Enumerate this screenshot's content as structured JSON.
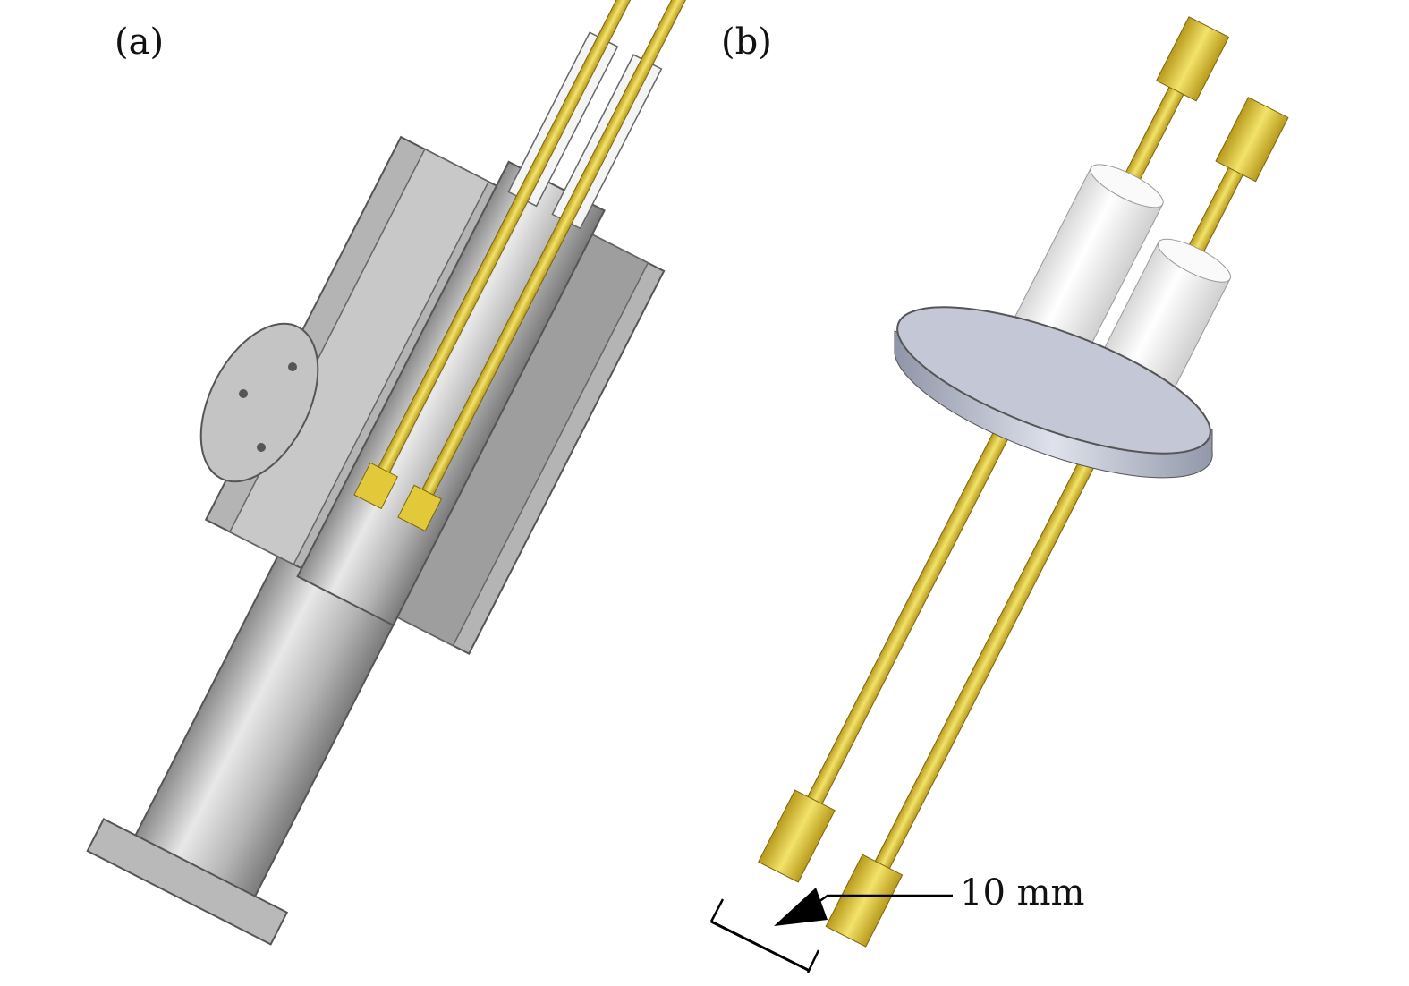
{
  "panels": [
    {
      "label": "(a)"
    },
    {
      "label": "(b)"
    }
  ],
  "annotation": {
    "dimension_label": "10 mm"
  },
  "colors": {
    "gold": "#e2c93a",
    "steel": "#a9a9a9",
    "ceramic": "#f4f4f4",
    "flange": "#b7bccb"
  }
}
